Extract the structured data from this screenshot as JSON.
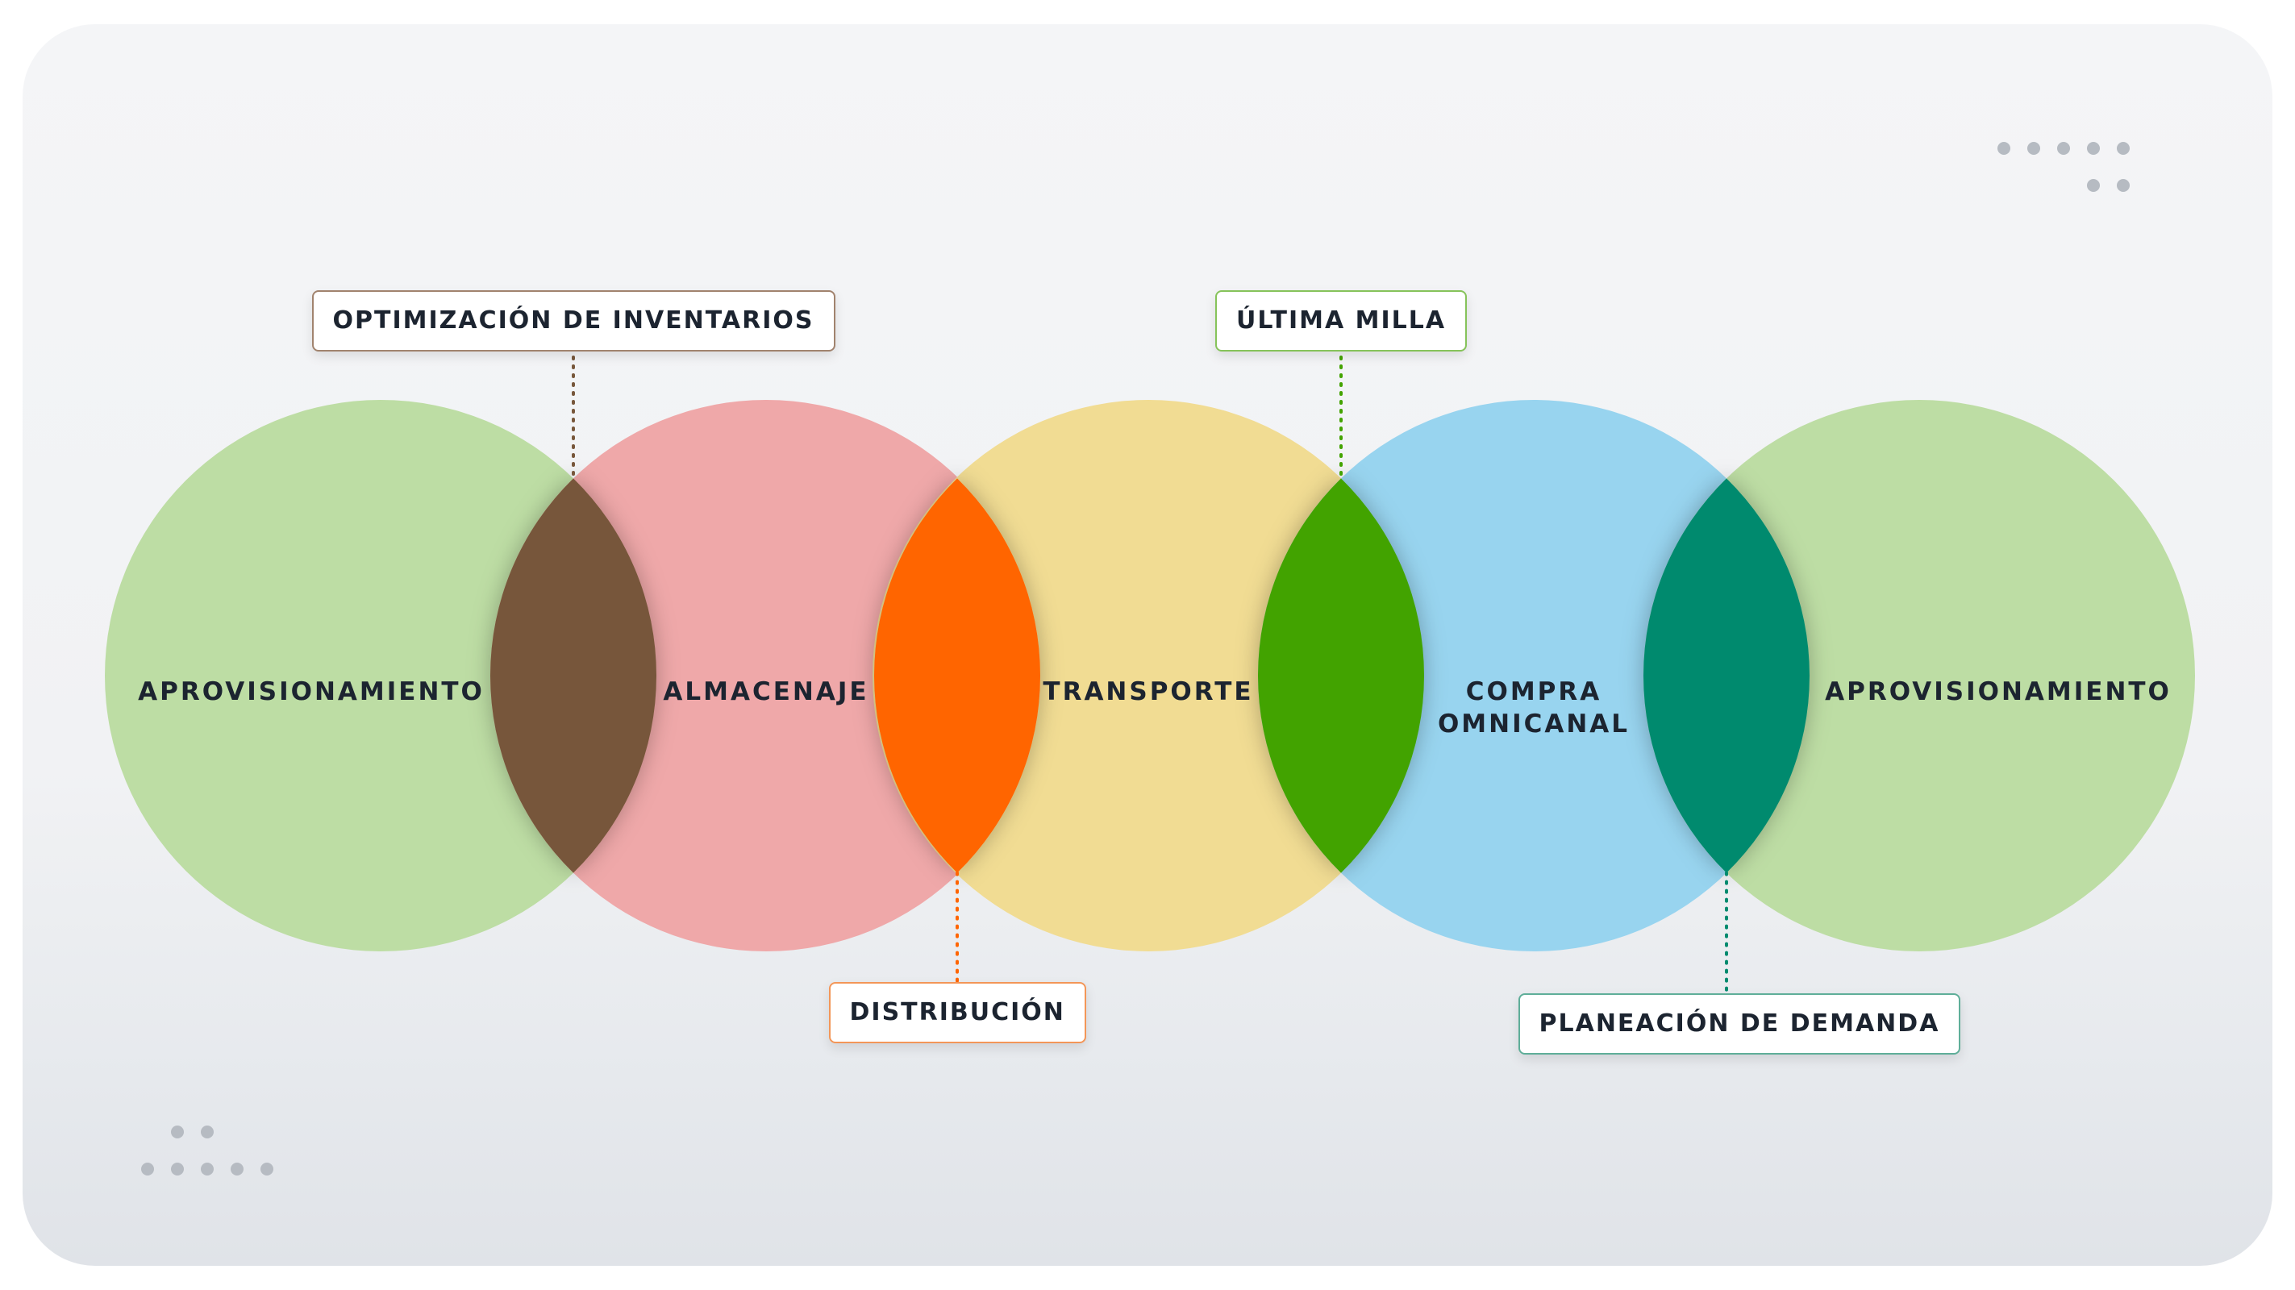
{
  "circles": [
    {
      "label": "APROVISIONAMIENTO",
      "color": "#bddda4"
    },
    {
      "label": "ALMACENAJE",
      "color": "#efa8a9"
    },
    {
      "label": "TRANSPORTE",
      "color": "#f1dc93"
    },
    {
      "label": "COMPRA\nOMNICANAL",
      "color": "#98d4ef"
    },
    {
      "label": "APROVISIONAMIENTO",
      "color": "#bddda4"
    }
  ],
  "intersections": [
    {
      "label": "OPTIMIZACIÓN DE INVENTARIOS",
      "color": "#77573b",
      "position": "top"
    },
    {
      "label": "DISTRIBUCIÓN",
      "color": "#ff6500",
      "position": "bottom"
    },
    {
      "label": "ÚLTIMA MILLA",
      "color": "#43a300",
      "position": "top"
    },
    {
      "label": "PLANEACIÓN DE DEMANDA",
      "color": "#008a6e",
      "position": "bottom"
    }
  ]
}
